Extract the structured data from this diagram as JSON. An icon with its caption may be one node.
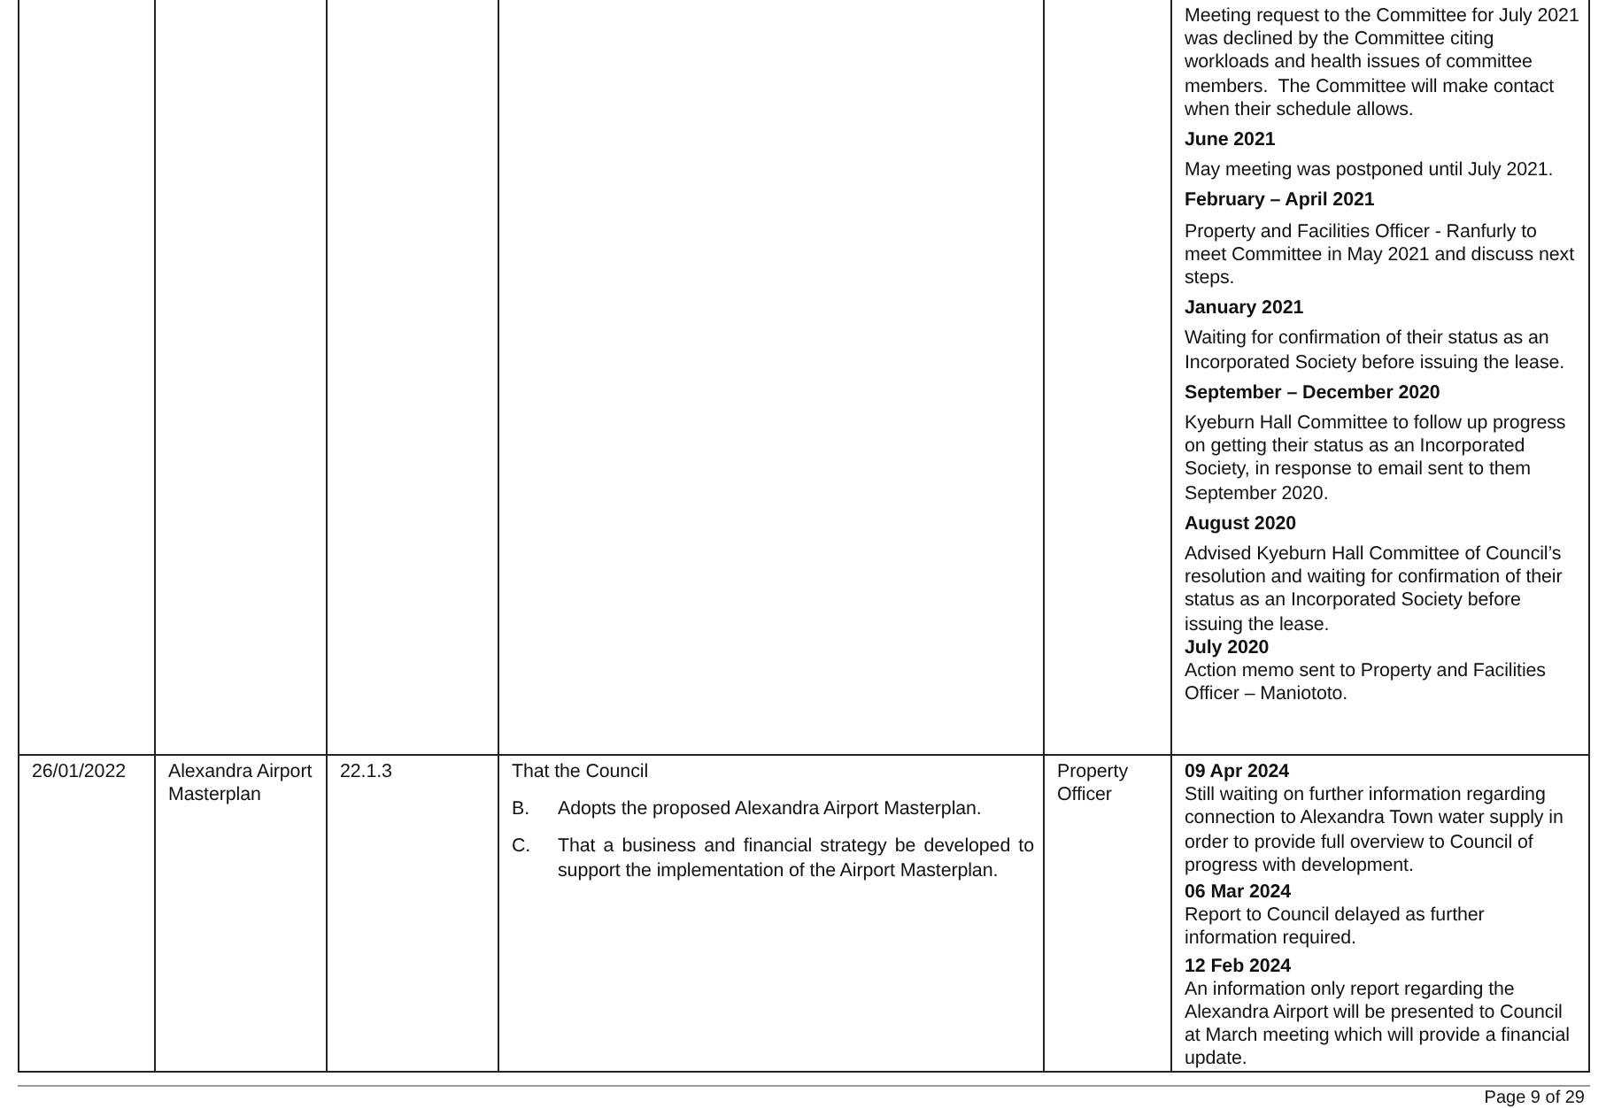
{
  "diagram": {
    "labels": [
      "Meeting request to the Committee for July 2021 was declined by the Committee citing workloads and health issues of committee members.  The Committee will make contact when their schedule allows.",
      "June 2021",
      "May meeting was postponed until July 2021.",
      "February – April 2021",
      "Property and Facilities Officer - Ranfurly to meet Committee in May 2021 and discuss next steps.",
      "January 2021",
      "Waiting for confirmation of their status as an Incorporated Society before issuing the lease.",
      "September – December 2020",
      "Kyeburn Hall Committee to follow up progress on getting their status as an Incorporated Society, in response to email sent to them September 2020.",
      "August 2020",
      "Advised Kyeburn Hall Committee of Council’s resolution and waiting for confirmation of their status as an Incorporated Society before issuing the lease.",
      "July 2020",
      "Action memo sent to Property and Facilities Officer – Maniototo.",
      "26/01/2022",
      "Alexandra Airport Masterplan",
      "22.1.3",
      "That the Council",
      "B.",
      "Adopts the proposed Alexandra Airport Masterplan.",
      "C.",
      "That a business and financial strategy be developed to support the implementation of the Airport Masterplan.",
      "Property Officer",
      "09 Apr 2024",
      "Still waiting on further information regarding connection to Alexandra Town water supply in order to provide full overview to Council of progress with development.",
      "06 Mar 2024",
      "Report to Council delayed as further information required.",
      "12 Feb 2024",
      "An information only report regarding the Alexandra Airport will be presented to Council at March meeting which will provide a financial update.",
      "Page 9 of 29"
    ]
  }
}
